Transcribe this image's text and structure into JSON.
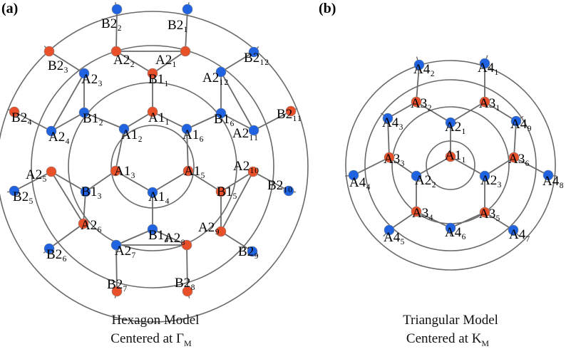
{
  "colors": {
    "red": "#e8502a",
    "blue": "#1f63e0",
    "line": "#6a6a6a"
  },
  "panels": [
    {
      "tag": "(a)",
      "caption_line1": "Hexagon Model",
      "caption_line2": "Centered at Γ",
      "caption_sub": "M",
      "nodes": [
        {
          "name": "A",
          "sub": "1₁"
        },
        {
          "name": "A",
          "sub": "1₂"
        },
        {
          "name": "A",
          "sub": "1₃"
        },
        {
          "name": "A",
          "sub": "1₄"
        },
        {
          "name": "A",
          "sub": "1₅"
        },
        {
          "name": "A",
          "sub": "1₆"
        },
        {
          "name": "B",
          "sub": "1₁"
        },
        {
          "name": "B",
          "sub": "1₂"
        },
        {
          "name": "B",
          "sub": "1₃"
        },
        {
          "name": "B",
          "sub": "1₄"
        },
        {
          "name": "B",
          "sub": "1₅"
        },
        {
          "name": "B",
          "sub": "1₆"
        },
        {
          "name": "A",
          "sub": "2₁"
        },
        {
          "name": "A",
          "sub": "2₂"
        },
        {
          "name": "A",
          "sub": "2₃"
        },
        {
          "name": "A",
          "sub": "2₄"
        },
        {
          "name": "A",
          "sub": "2₅"
        },
        {
          "name": "A",
          "sub": "2₆"
        },
        {
          "name": "A",
          "sub": "2₇"
        },
        {
          "name": "A",
          "sub": "2₈"
        },
        {
          "name": "A",
          "sub": "2₉"
        },
        {
          "name": "A",
          "sub": "2₁₀"
        },
        {
          "name": "A",
          "sub": "2₁₁"
        },
        {
          "name": "A",
          "sub": "2₁₂"
        },
        {
          "name": "B",
          "sub": "2₁"
        },
        {
          "name": "B",
          "sub": "2₂"
        },
        {
          "name": "B",
          "sub": "2₃"
        },
        {
          "name": "B",
          "sub": "2₄"
        },
        {
          "name": "B",
          "sub": "2₅"
        },
        {
          "name": "B",
          "sub": "2₆"
        },
        {
          "name": "B",
          "sub": "2₇"
        },
        {
          "name": "B",
          "sub": "2₈"
        },
        {
          "name": "B",
          "sub": "2₉"
        },
        {
          "name": "B",
          "sub": "2₁₀"
        },
        {
          "name": "B",
          "sub": "2₁₁"
        },
        {
          "name": "B",
          "sub": "2₁₂"
        }
      ]
    },
    {
      "tag": "(b)",
      "caption_line1": "Triangular Model",
      "caption_line2": "Centered at K",
      "caption_sub": "M",
      "nodes": [
        {
          "name": "A",
          "sub": "1₁"
        },
        {
          "name": "A",
          "sub": "2₁"
        },
        {
          "name": "A",
          "sub": "2₂"
        },
        {
          "name": "A",
          "sub": "2₃"
        },
        {
          "name": "A",
          "sub": "3₁"
        },
        {
          "name": "A",
          "sub": "3₂"
        },
        {
          "name": "A",
          "sub": "3₃"
        },
        {
          "name": "A",
          "sub": "3₄"
        },
        {
          "name": "A",
          "sub": "3₅"
        },
        {
          "name": "A",
          "sub": "3₆"
        },
        {
          "name": "A",
          "sub": "4₁"
        },
        {
          "name": "A",
          "sub": "4₂"
        },
        {
          "name": "A",
          "sub": "4₃"
        },
        {
          "name": "A",
          "sub": "4₄"
        },
        {
          "name": "A",
          "sub": "4₅"
        },
        {
          "name": "A",
          "sub": "4₆"
        },
        {
          "name": "A",
          "sub": "4₇"
        },
        {
          "name": "A",
          "sub": "4₈"
        },
        {
          "name": "A",
          "sub": "4₉"
        }
      ]
    }
  ]
}
